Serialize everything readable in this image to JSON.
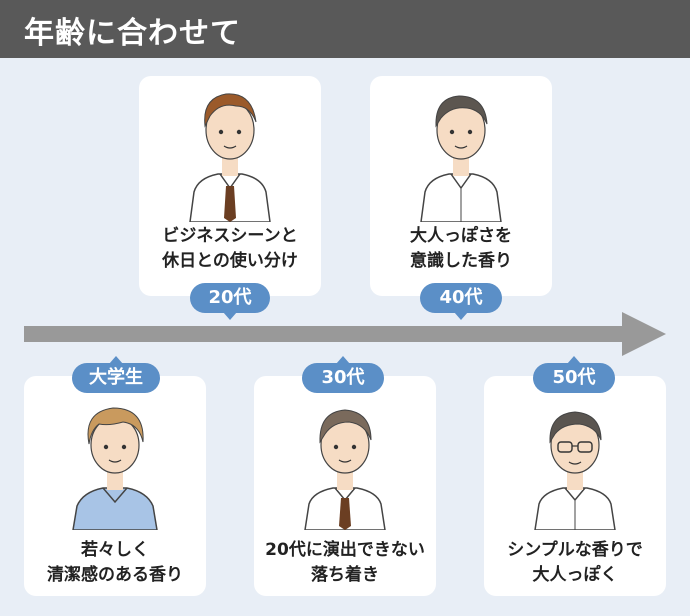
{
  "header": {
    "title": "年齢に合わせて"
  },
  "colors": {
    "header_bg": "#595959",
    "page_bg": "#e8eef6",
    "badge": "#5b8fc7",
    "arrow": "#999999"
  },
  "top_cards": [
    {
      "badge": "20代",
      "line1": "ビジネスシーンと",
      "line2": "休日との使い分け",
      "icon": "young-businessman-icon"
    },
    {
      "badge": "40代",
      "line1": "大人っぽさを",
      "line2": "意識した香り",
      "icon": "middle-aged-man-icon"
    }
  ],
  "bottom_cards": [
    {
      "badge": "大学生",
      "line1": "若々しく",
      "line2": "清潔感のある香り",
      "icon": "student-icon"
    },
    {
      "badge": "30代",
      "line1": "20代に演出できない",
      "line2": "落ち着き",
      "icon": "thirties-man-icon"
    },
    {
      "badge": "50代",
      "line1": "シンプルな香りで",
      "line2": "大人っぽく",
      "icon": "glasses-man-icon"
    }
  ]
}
